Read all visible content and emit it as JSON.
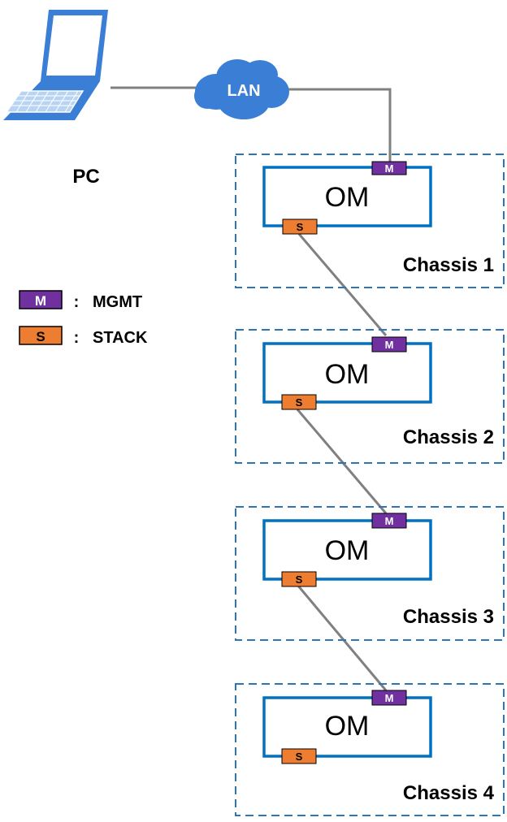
{
  "pc": {
    "label": "PC",
    "icon": "laptop-icon"
  },
  "lan": {
    "label": "LAN",
    "icon": "cloud-icon",
    "color": "#3a7fd5"
  },
  "legend": {
    "items": [
      {
        "badge": "M",
        "separator": ":",
        "label": "MGMT",
        "color": "#7030a0"
      },
      {
        "badge": "S",
        "separator": ":",
        "label": "STACK",
        "color": "#ed7d31"
      }
    ]
  },
  "chassis": [
    {
      "label": "Chassis 1",
      "module": "OM",
      "mgmt_port": "M",
      "stack_port": "S"
    },
    {
      "label": "Chassis 2",
      "module": "OM",
      "mgmt_port": "M",
      "stack_port": "S"
    },
    {
      "label": "Chassis 3",
      "module": "OM",
      "mgmt_port": "M",
      "stack_port": "S"
    },
    {
      "label": "Chassis 4",
      "module": "OM",
      "mgmt_port": "M",
      "stack_port": "S"
    }
  ],
  "colors": {
    "chassis_border": "#2e75b6",
    "om_border": "#0070c0",
    "cable": "#808080",
    "mgmt": "#7030a0",
    "stack": "#ed7d31"
  }
}
